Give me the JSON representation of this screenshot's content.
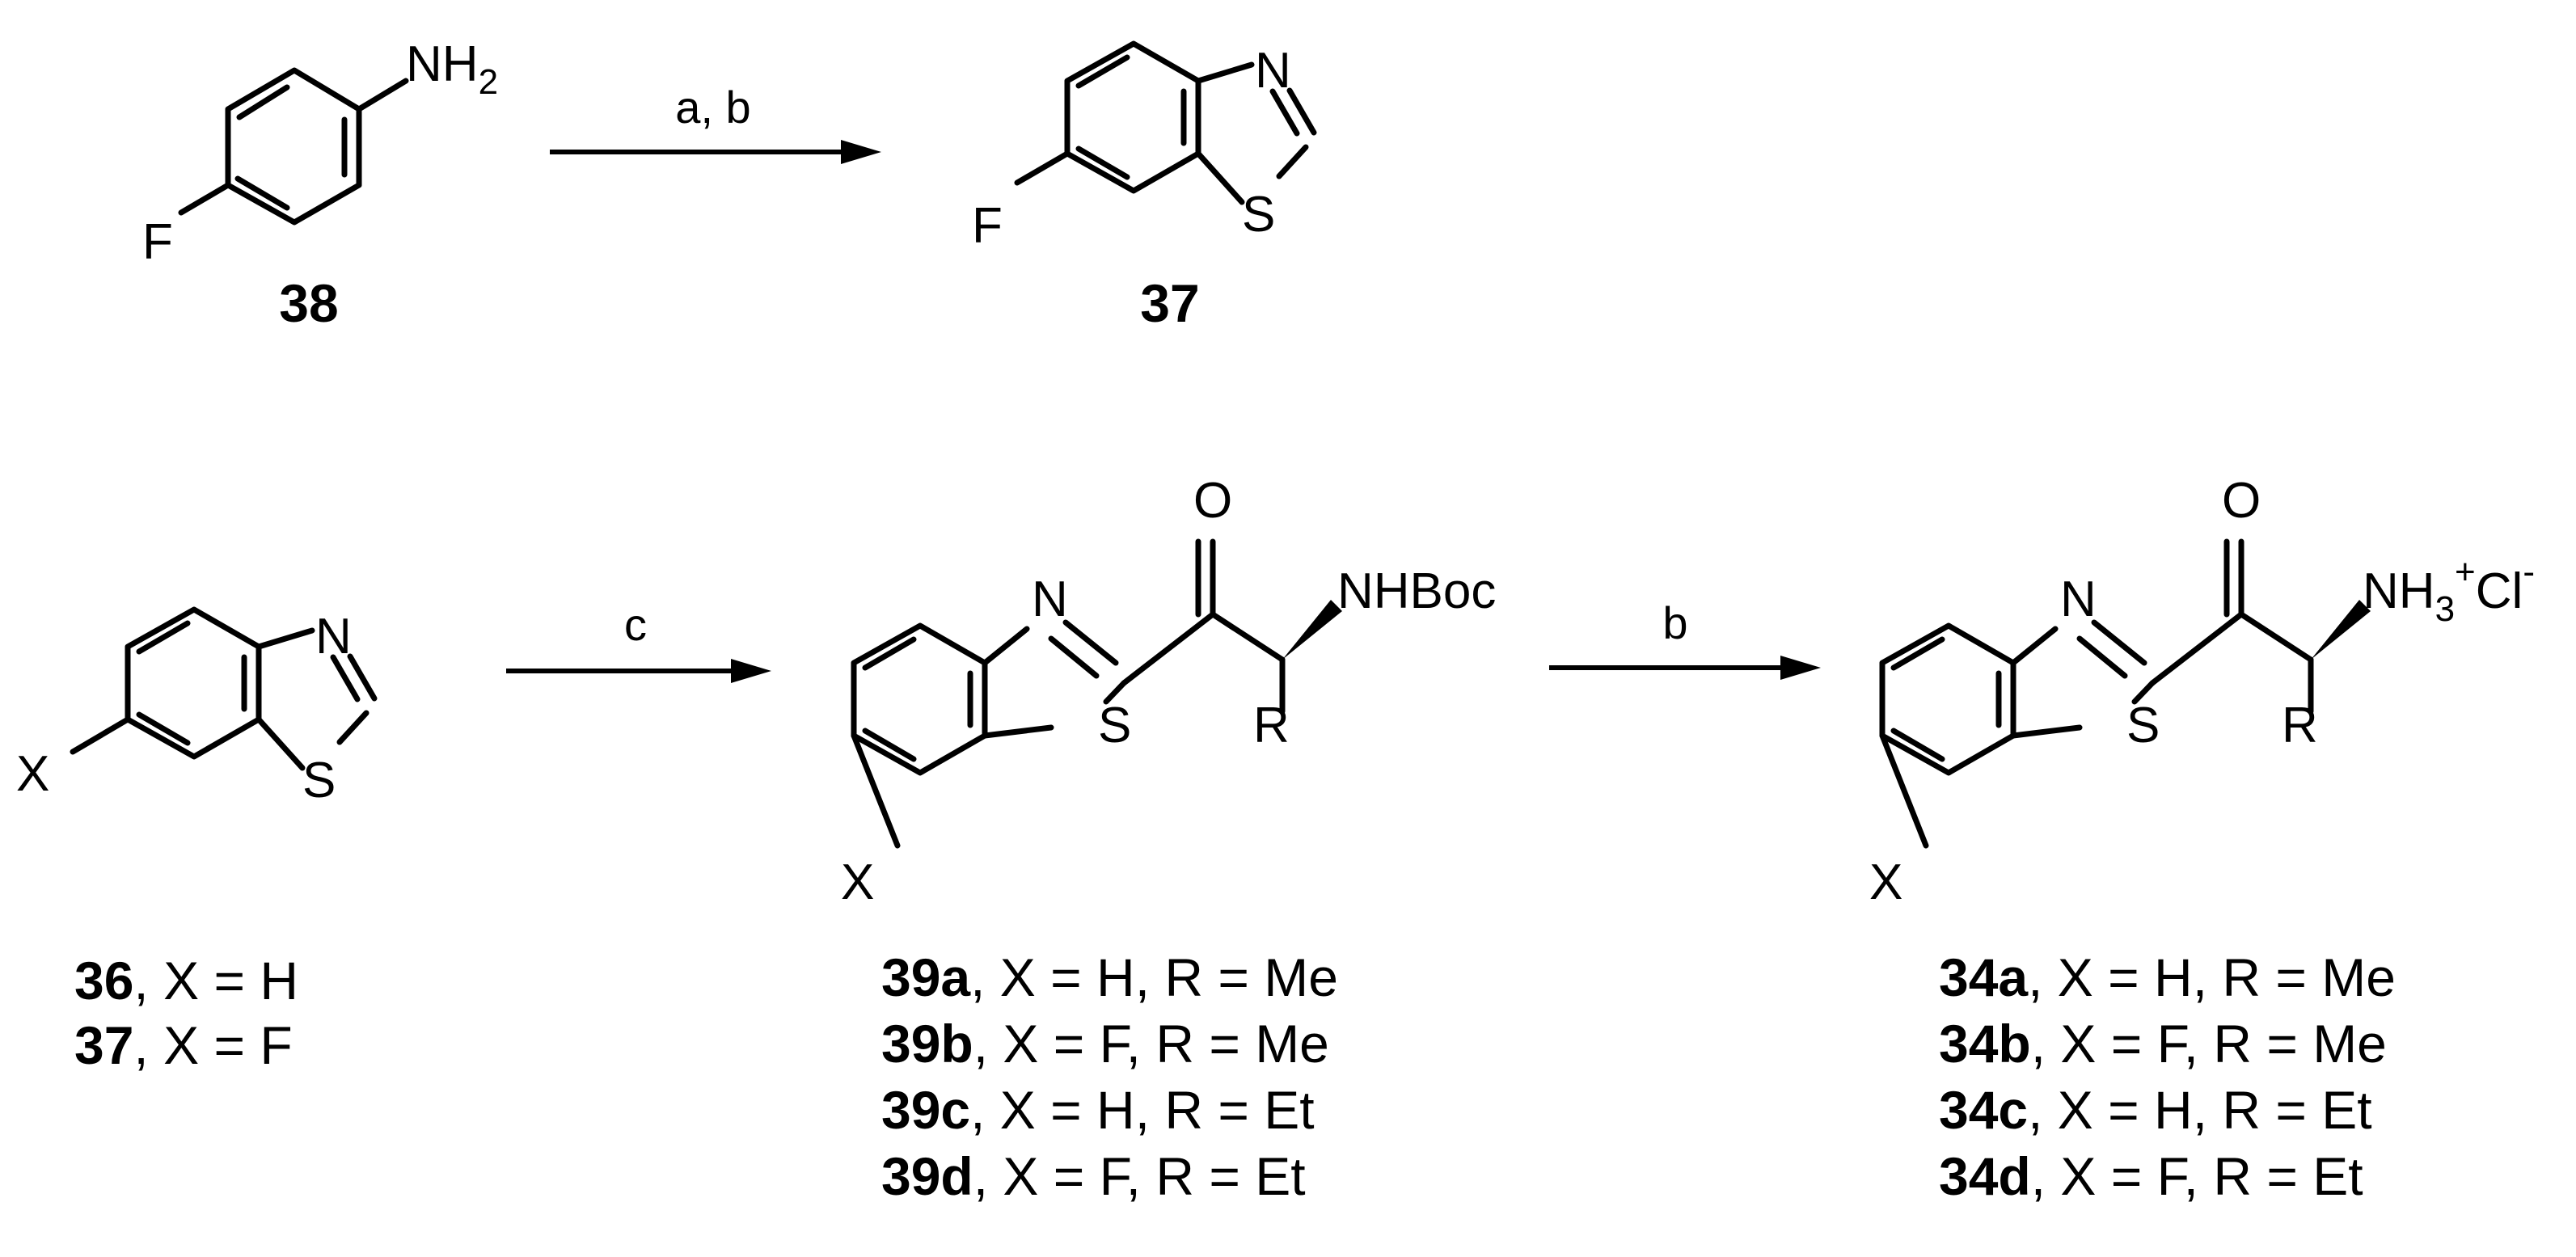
{
  "reaction1": {
    "reagent_label": "a, b",
    "start": {
      "id": "38",
      "atoms": {
        "F": "F",
        "NH": "NH",
        "sub2": "2"
      }
    },
    "product": {
      "id": "37",
      "atoms": {
        "F": "F",
        "N": "N",
        "S": "S"
      }
    }
  },
  "reaction2": {
    "step1_label": "c",
    "step2_label": "b",
    "start": {
      "atoms": {
        "X": "X",
        "N": "N",
        "S": "S"
      },
      "variants": [
        {
          "id": "36",
          "rest": ", X = H"
        },
        {
          "id": "37",
          "rest": ", X = F"
        }
      ]
    },
    "intermediate": {
      "atoms": {
        "X": "X",
        "N": "N",
        "S": "S",
        "O": "O",
        "NHBoc": "NHBoc",
        "R": "R"
      },
      "variants": [
        {
          "id": "39a",
          "rest": ", X = H, R = Me"
        },
        {
          "id": "39b",
          "rest": ", X = F, R = Me"
        },
        {
          "id": "39c",
          "rest": ", X = H, R = Et"
        },
        {
          "id": "39d",
          "rest": ", X = F, R = Et"
        }
      ]
    },
    "product": {
      "atoms": {
        "X": "X",
        "N": "N",
        "S": "S",
        "O": "O",
        "NH": "NH",
        "sub3": "3",
        "plus": "+",
        "Cl": "Cl",
        "minus": "-",
        "R": "R"
      },
      "variants": [
        {
          "id": "34a",
          "rest": ", X = H, R = Me"
        },
        {
          "id": "34b",
          "rest": ", X = F, R = Me"
        },
        {
          "id": "34c",
          "rest": ", X = H, R = Et"
        },
        {
          "id": "34d",
          "rest": ", X = F, R = Et"
        }
      ]
    }
  }
}
